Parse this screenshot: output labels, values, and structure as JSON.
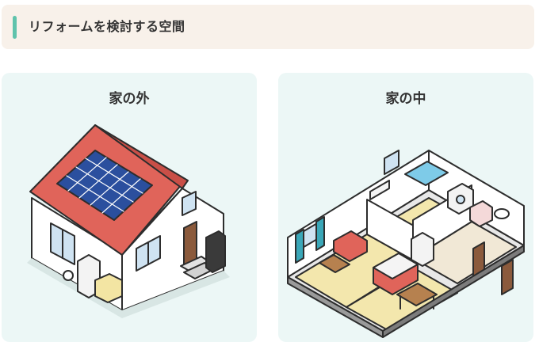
{
  "section": {
    "title": "リフォームを検討する空間",
    "accent_color": "#5fc3ac",
    "background_color": "#f8f1ea"
  },
  "cards": [
    {
      "label": "家の外",
      "illustration": "house-exterior-illustration"
    },
    {
      "label": "家の中",
      "illustration": "house-interior-cutaway-illustration"
    }
  ],
  "colors": {
    "card_background": "#ecf7f6",
    "roof": "#e0645a",
    "solar_panel": "#2b4f9e",
    "wall": "#ffffff",
    "outline": "#2d2d2d",
    "door": "#8b5a3c",
    "floor": "#f3e7ad",
    "sofa": "#e0645a",
    "bathtub": "#7ecbe8",
    "kitchen": "#e0645a"
  }
}
